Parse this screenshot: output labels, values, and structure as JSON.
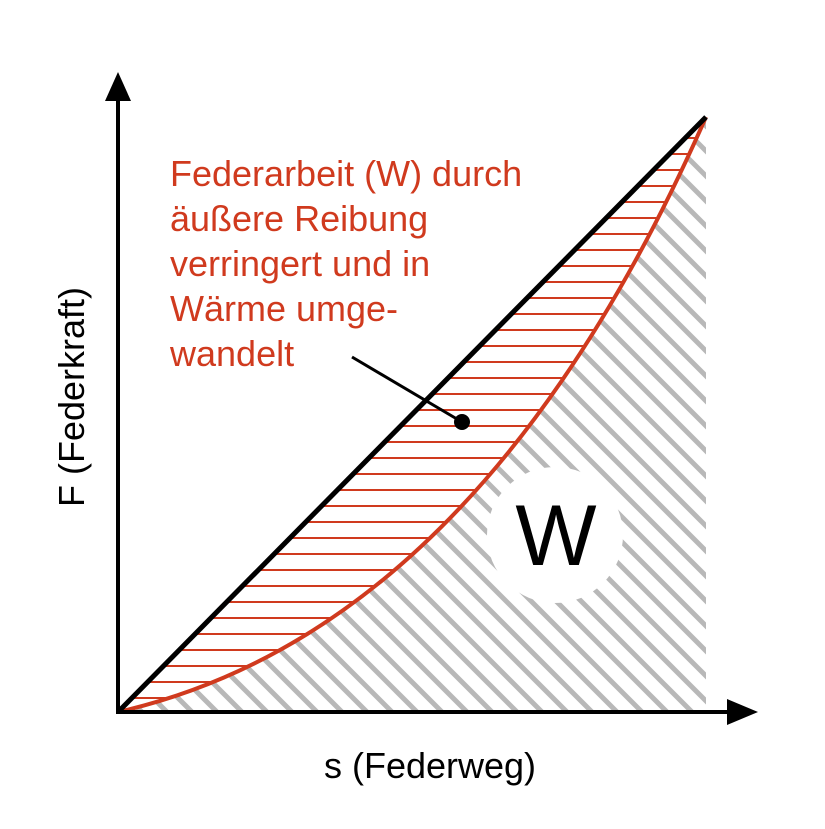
{
  "axes": {
    "x_label": "s (Federweg)",
    "y_label": "F (Federkraft)"
  },
  "annotation": {
    "lines": [
      "Federarbeit (W) durch",
      "äußere Reibung",
      "verringert und in",
      "Wärme umge-",
      "wandelt"
    ]
  },
  "area_label": "W",
  "colors": {
    "axis": "#000000",
    "load_line": "#000000",
    "unload_curve": "#d03a1e",
    "annotation_text": "#d03a1e",
    "friction_hatch": "#d03a1e",
    "work_hatch": "#b8b8b8"
  }
}
